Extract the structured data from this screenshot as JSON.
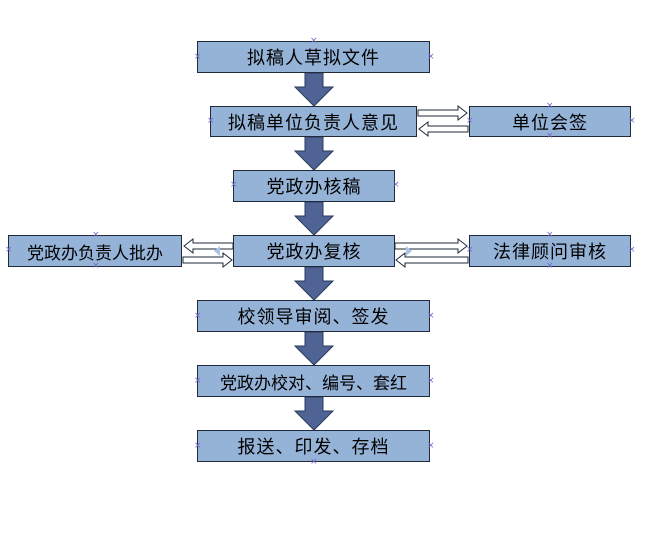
{
  "colors": {
    "box_fill": "#95b3d7",
    "box_border": "#1f2a3a",
    "arrow_fill": "#4f6494",
    "arrow_stroke": "#2a3a5c",
    "handle": "#7b68c8"
  },
  "flow": {
    "step1": "拟稿人草拟文件",
    "step2": "拟稿单位负责人意见",
    "step2_side": "单位会签",
    "step3": "党政办核稿",
    "step4": "党政办复核",
    "step4_left": "党政办负责人批办",
    "step4_right": "法律顾问审核",
    "step5": "校领导审阅、签发",
    "step6": "党政办校对、编号、套红",
    "step7": "报送、印发、存档"
  }
}
